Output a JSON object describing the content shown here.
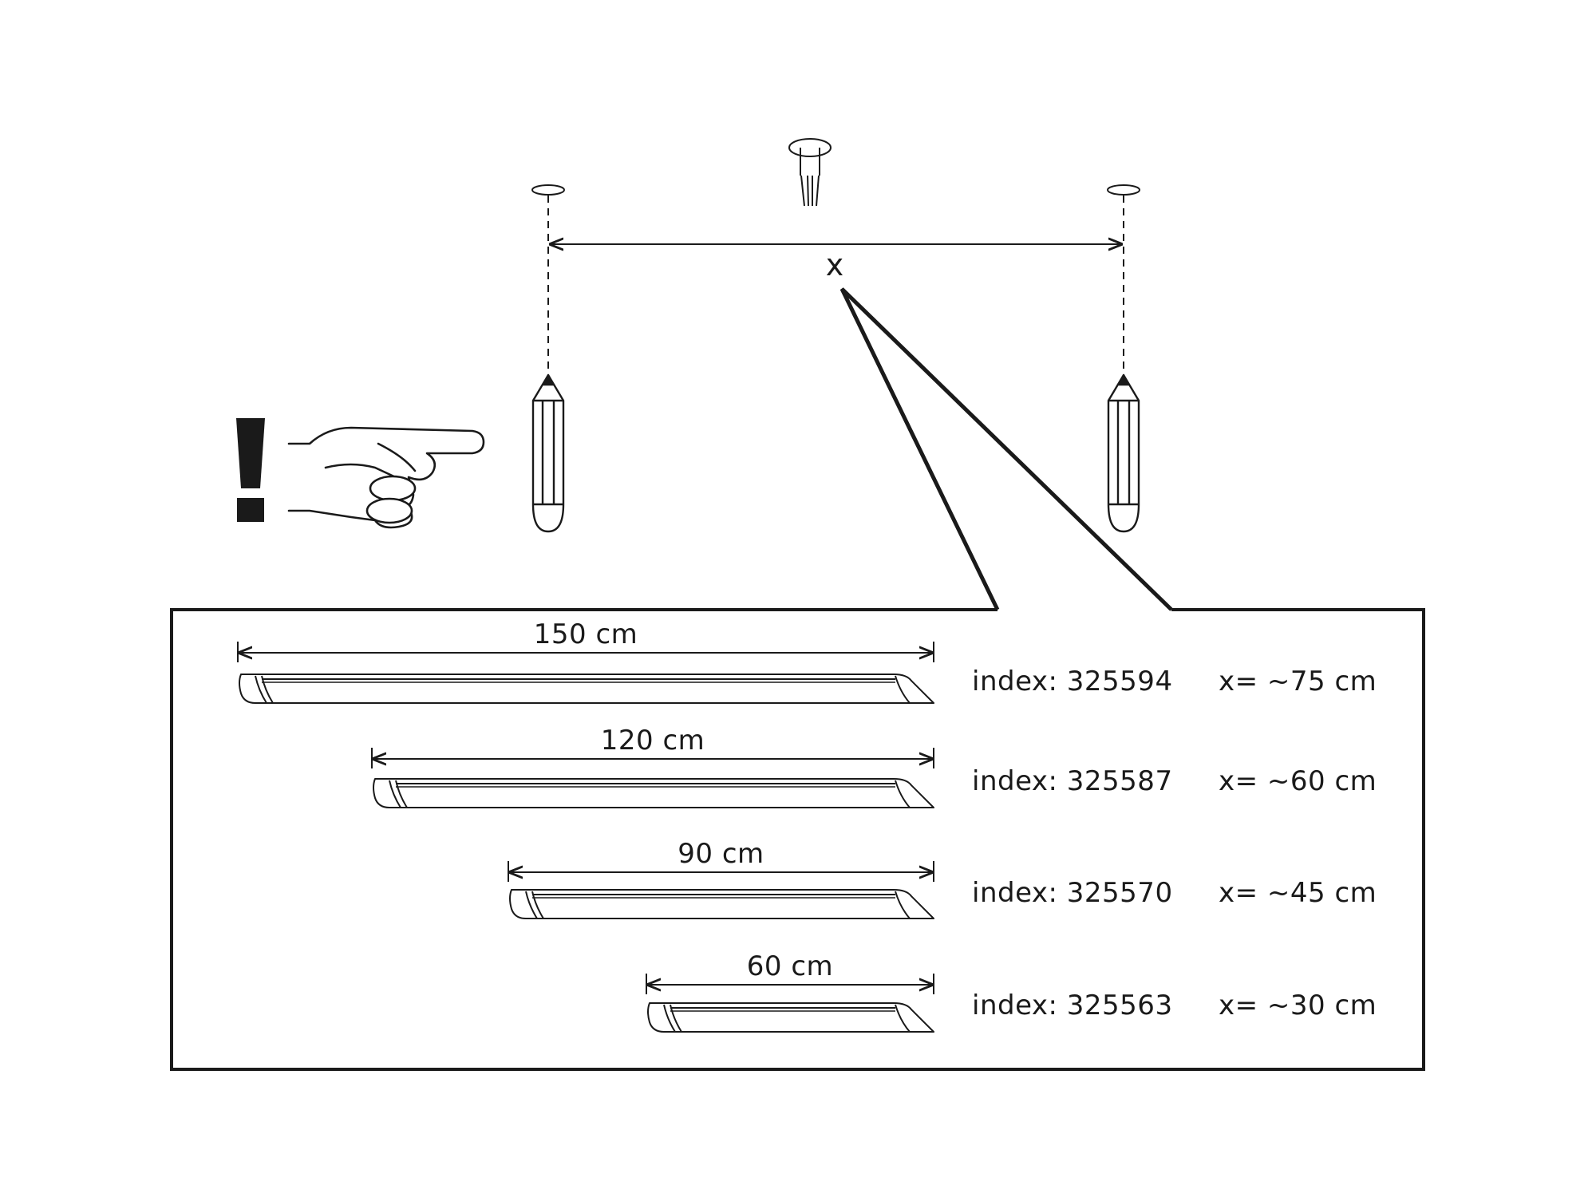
{
  "diagram": {
    "top": {
      "distance_symbol": "x"
    },
    "lamps": [
      {
        "length_label": "150 cm",
        "index_label": "index: 325594",
        "x_label": "x= ~75 cm"
      },
      {
        "length_label": "120 cm",
        "index_label": "index: 325587",
        "x_label": "x= ~60 cm"
      },
      {
        "length_label": "90 cm",
        "index_label": "index: 325570",
        "x_label": "x= ~45 cm"
      },
      {
        "length_label": "60 cm",
        "index_label": "index: 325563",
        "x_label": "x= ~30 cm"
      }
    ],
    "icons": {
      "attention": "exclamation-icon",
      "hand": "pointing-hand-icon",
      "pencil": "pencil-icon",
      "ceiling_outlet": "ceiling-wire-outlet-icon",
      "mount_hole": "mount-hole-icon",
      "lamp": "linear-lamp-icon"
    },
    "colors": {
      "ink": "#1a1a1a",
      "background": "#ffffff"
    }
  }
}
